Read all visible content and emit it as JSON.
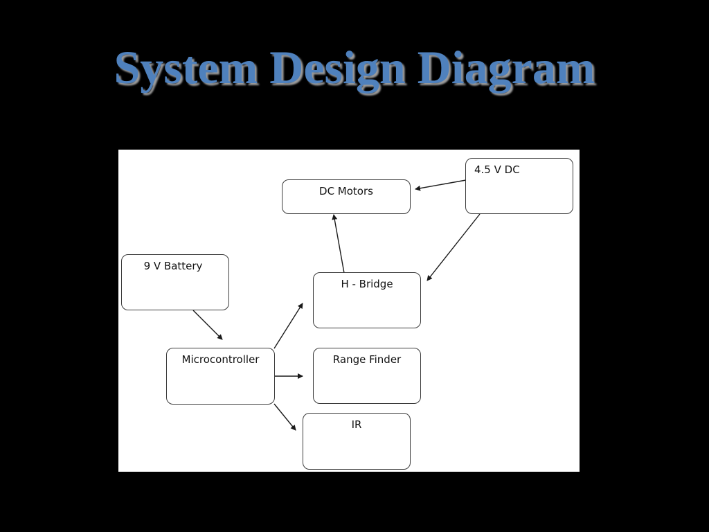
{
  "slide": {
    "title": "System Design Diagram"
  },
  "diagram": {
    "nodes": {
      "dc_motors": "DC Motors",
      "power_4_5v": "4.5 V DC",
      "battery_9v": "9 V Battery",
      "h_bridge": "H - Bridge",
      "microcontroller": "Microcontroller",
      "range_finder": "Range Finder",
      "ir": "IR"
    },
    "edges": [
      {
        "from": "4.5 V DC",
        "to": "DC Motors"
      },
      {
        "from": "4.5 V DC",
        "to": "H - Bridge"
      },
      {
        "from": "H - Bridge",
        "to": "DC Motors"
      },
      {
        "from": "9 V Battery",
        "to": "Microcontroller"
      },
      {
        "from": "Microcontroller",
        "to": "H - Bridge"
      },
      {
        "from": "Microcontroller",
        "to": "Range Finder"
      },
      {
        "from": "Microcontroller",
        "to": "IR"
      }
    ]
  },
  "colors": {
    "background": "#000000",
    "title": "#4F81BD",
    "diagram_background": "#ffffff",
    "stroke": "#3a3a3a"
  }
}
